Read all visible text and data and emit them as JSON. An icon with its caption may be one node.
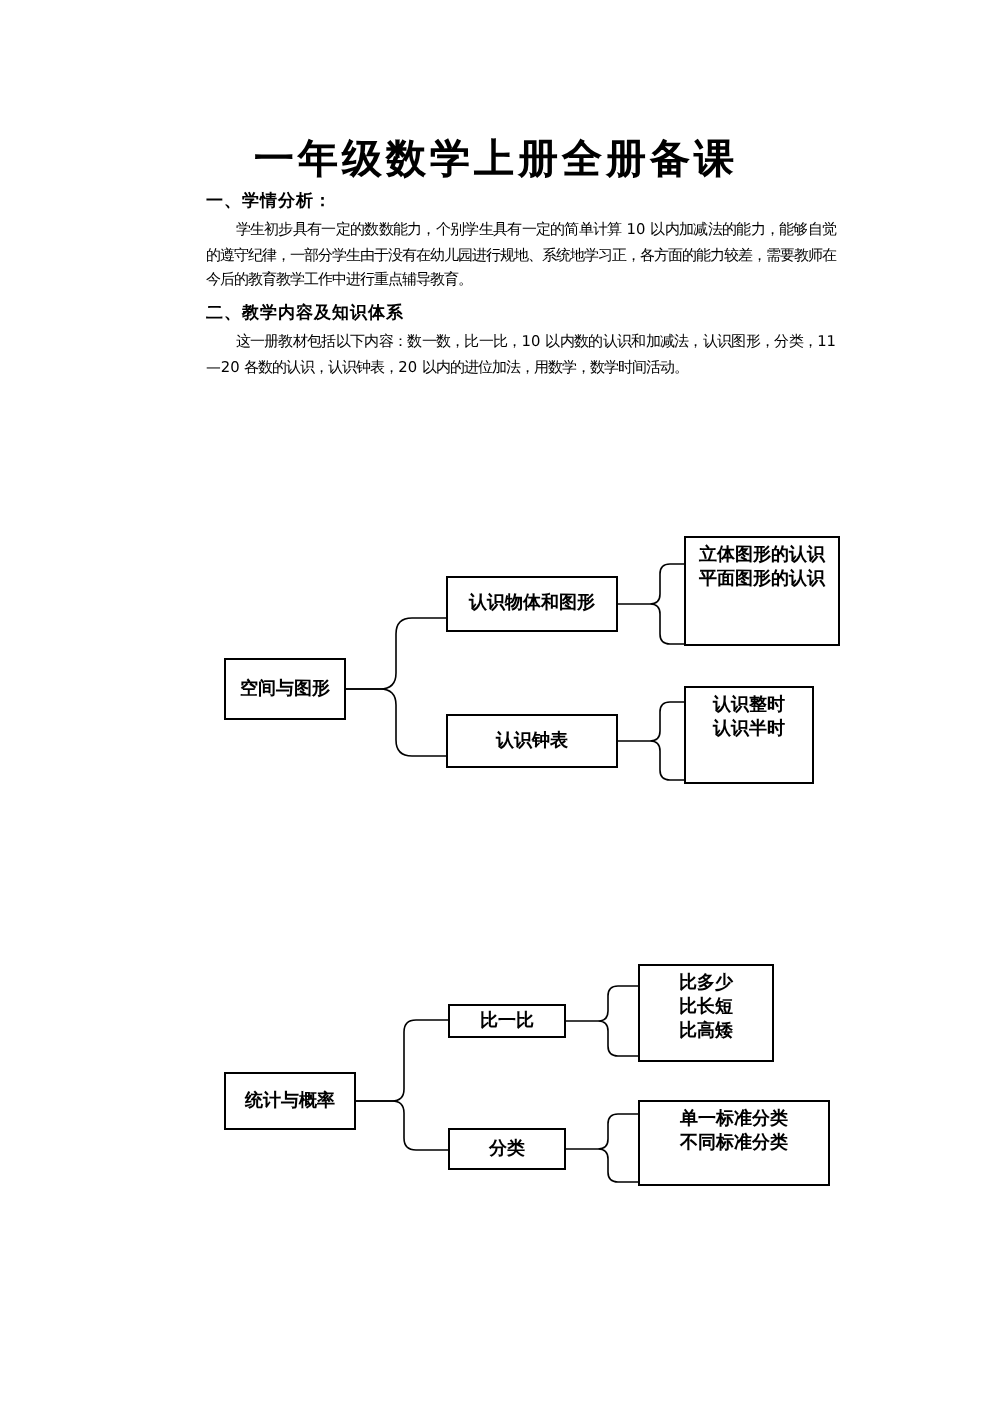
{
  "diagram": {
    "title": "一年级数学上册全册备课",
    "nodes": [
      {
        "text": [
          "空间与图形"
        ]
      },
      {
        "text": [
          "认识物体和图形"
        ]
      },
      {
        "text": [
          "立体图形的认识",
          "平面图形的认识"
        ]
      },
      {
        "text": [
          "认识钟表"
        ]
      },
      {
        "text": [
          "认识整时",
          "认识半时"
        ]
      },
      {
        "text": [
          "统计与概率"
        ]
      },
      {
        "text": [
          "比一比"
        ]
      },
      {
        "text": [
          "比多少",
          "比长短",
          "比高矮"
        ]
      },
      {
        "text": [
          "分类"
        ]
      },
      {
        "text": [
          "单一标准分类",
          "不同标准分类"
        ]
      }
    ],
    "edges": [
      {
        "from": 0,
        "to": 1,
        "arrow": "none"
      },
      {
        "from": 0,
        "to": 3,
        "arrow": "none"
      },
      {
        "from": 1,
        "to": 2,
        "arrow": "none"
      },
      {
        "from": 3,
        "to": 4,
        "arrow": "none"
      },
      {
        "from": 5,
        "to": 6,
        "arrow": "none"
      },
      {
        "from": 5,
        "to": 8,
        "arrow": "none"
      },
      {
        "from": 6,
        "to": 7,
        "arrow": "none"
      },
      {
        "from": 8,
        "to": 9,
        "arrow": "none"
      }
    ],
    "labels": [
      "一、学情分析：",
      "学生初步具有一定的数数能力，个别学生具有一定的简单计算 10 以内加减法的能力，能够自觉的遵守纪律，一部分学生由于没有在幼儿园进行规地、系统地学习正，各方面的能力较差，需要教师在今后的教育教学工作中进行重点辅导教育。",
      "二、教学内容及知识体系",
      "这一册教材包括以下内容：数一数，比一比，10 以内数的认识和加减法，认识图形，分类，11—20 各数的认识，认识钟表，20 以内的进位加法，用数学，数学时间活动。"
    ]
  }
}
